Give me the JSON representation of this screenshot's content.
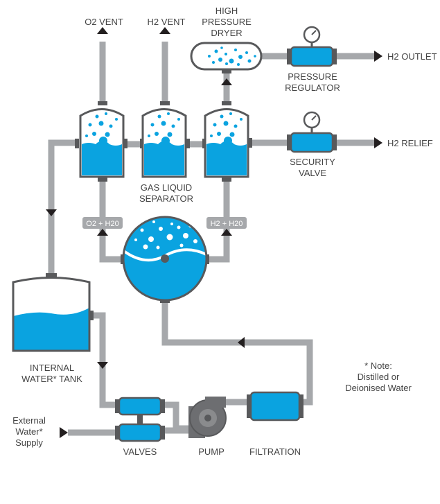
{
  "labels": {
    "o2_vent": "O2 VENT",
    "h2_vent": "H2 VENT",
    "dryer": [
      "HIGH",
      "PRESSURE",
      "DRYER"
    ],
    "h2_outlet": "H2 OUTLET",
    "pressure_regulator": [
      "PRESSURE",
      "REGULATOR"
    ],
    "security_valve": [
      "SECURITY",
      "VALVE"
    ],
    "h2_relief": "H2 RELIEF",
    "gas_liquid_separator": [
      "GAS LIQUID",
      "SEPARATOR"
    ],
    "o2_h2o": "O2 + H20",
    "h2_h2o": "H2 + H20",
    "internal_tank": [
      "INTERNAL",
      "WATER* TANK"
    ],
    "note": [
      "* Note:",
      "Distilled or",
      "Deionised Water"
    ],
    "external_supply": [
      "External",
      "Water*",
      "Supply"
    ],
    "valves": "VALVES",
    "pump": "PUMP",
    "filtration": "FILTRATION"
  },
  "colors": {
    "water": "#0aa3e0",
    "pipe": "#a6a8ab",
    "stroke": "#58595b",
    "arrow": "#231f20",
    "text": "#444444"
  }
}
